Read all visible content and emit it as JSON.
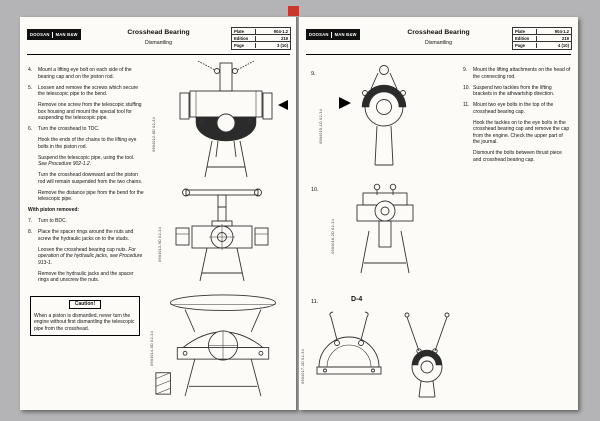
{
  "viewer": {
    "backdrop_color": "#b4b3b5",
    "marker_color": "#c9372c",
    "logo_bg_color": "#101010"
  },
  "left_page": {
    "header": {
      "brand_left": "DOOSAN",
      "brand_right": "MAN B&W",
      "title": "Crosshead Bearing",
      "subtitle": "Dismantling",
      "info": [
        {
          "label": "Plate",
          "value": "904-1.2"
        },
        {
          "label": "Edition",
          "value": "219"
        },
        {
          "label": "Page",
          "value": "3 (10)"
        }
      ]
    },
    "steps": [
      {
        "num": "4.",
        "text": "Mount a lifting eye bolt on each side of the bearing cap and on the piston rod."
      },
      {
        "num": "5.",
        "text": "Loosen and remove the screws which secure the telescopic pipe to the bend."
      },
      {
        "num": "",
        "text": "Remove one screw from the telescopic stuffing box housing and mount the special tool for suspending the telescopic pipe."
      },
      {
        "num": "6.",
        "text": "Turn the crosshead to TDC."
      },
      {
        "num": "",
        "text": "Hook the ends of the chains to the lifting eye bolts in the piston rod."
      },
      {
        "num": "",
        "text": "Suspend the telescopic pipe, using the tool. ",
        "ref": "See Procedure 902-1.2."
      },
      {
        "num": "",
        "text": "Turn the crosshead downward and the piston rod will remain suspended from the two chains."
      },
      {
        "num": "",
        "text": "Remove the distance pipe from the bend for the telescopic pipe."
      }
    ],
    "section_heading": "With piston removed:",
    "steps2": [
      {
        "num": "7.",
        "text": "Turn to BDC."
      },
      {
        "num": "8.",
        "text": "Place the spacer rings around the nuts and screw the hydraulic jacks on to the studs."
      },
      {
        "num": "",
        "text": "Loosen the crosshead bearing cap nuts. ",
        "ref": "For operation of the hydraulic jacks, see Procedure 913-1."
      },
      {
        "num": "",
        "text": "Remove the hydraulic jacks and the spacer rings and unscrew the nuts."
      }
    ],
    "caution": {
      "title": "Caution!",
      "text": "When a piston is dismantled, never turn the engine without first dismantling the telescopic pipe from the crosshead."
    },
    "figures": [
      {
        "code": "0904012-8D 02-34"
      },
      {
        "code": "0904013-9D 02-34"
      },
      {
        "code": "0904014-0D 02-34"
      }
    ]
  },
  "right_page": {
    "header": {
      "brand_left": "DOOSAN",
      "brand_right": "MAN B&W",
      "title": "Crosshead Bearing",
      "subtitle": "Dismantling",
      "info": [
        {
          "label": "Plate",
          "value": "904-1.2"
        },
        {
          "label": "Edition",
          "value": "219"
        },
        {
          "label": "Page",
          "value": "4 (10)"
        }
      ]
    },
    "labels": {
      "fig9": "9.",
      "fig10": "10.",
      "fig11": "11.",
      "d4": "D-4"
    },
    "steps": [
      {
        "num": "9.",
        "text": "Mount the lifting attachments on the head of the connecting rod."
      },
      {
        "num": "10.",
        "text": "Suspend two tackles from the lifting brackets in the athwartship direction."
      },
      {
        "num": "11.",
        "text": "Mount two eye bolts in the top of the crosshead bearing cap."
      },
      {
        "num": "",
        "text": "Hook the tackles on to the eye bolts in the crosshead bearing cap and remove the cap from the engine. Check the upper part of the journal."
      },
      {
        "num": "",
        "text": "Dismount the bolts between thrust piece and crosshead bearing cap."
      }
    ],
    "figures": [
      {
        "code": "0904015-1D 02-34"
      },
      {
        "code": "0904016-2D 02-34"
      },
      {
        "code": "0904017-3D 02-34"
      }
    ]
  }
}
